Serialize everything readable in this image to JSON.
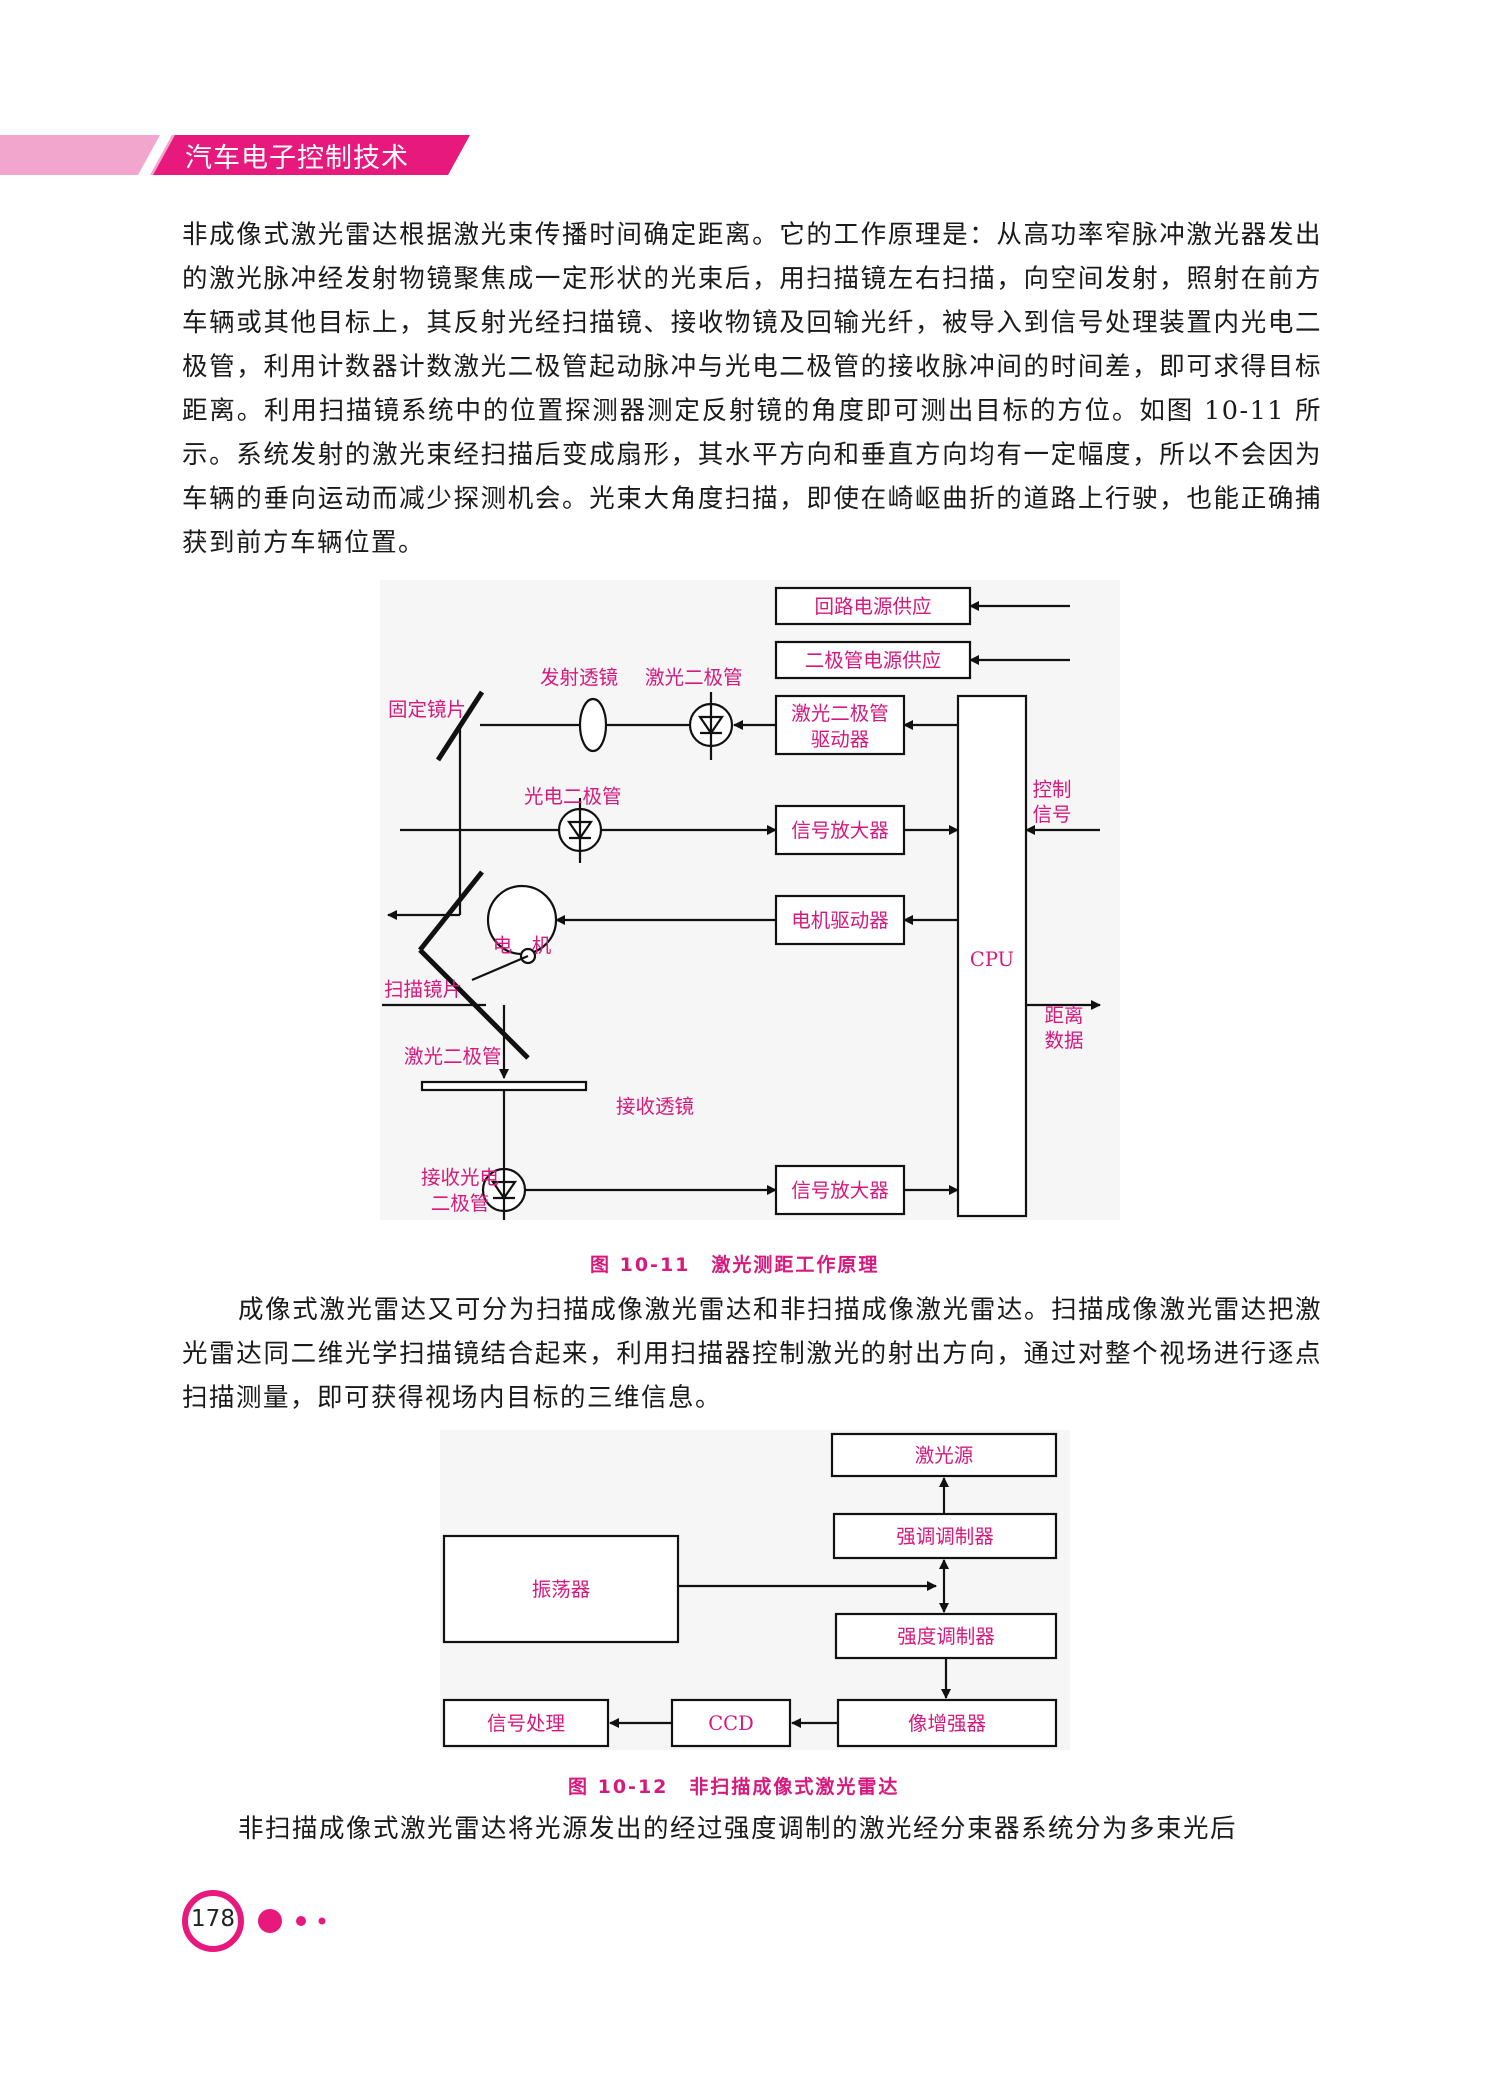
{
  "header": {
    "title": "汽车电子控制技术",
    "accent": "#e8197d"
  },
  "paragraphs": {
    "p1": "非成像式激光雷达根据激光束传播时间确定距离。它的工作原理是：从高功率窄脉冲激光器发出的激光脉冲经发射物镜聚焦成一定形状的光束后，用扫描镜左右扫描，向空间发射，照射在前方车辆或其他目标上，其反射光经扫描镜、接收物镜及回输光纤，被导入到信号处理装置内光电二极管，利用计数器计数激光二极管起动脉冲与光电二极管的接收脉冲间的时间差，即可求得目标距离。利用扫描镜系统中的位置探测器测定反射镜的角度即可测出目标的方位。如图 10-11 所示。系统发射的激光束经扫描后变成扇形，其水平方向和垂直方向均有一定幅度，所以不会因为车辆的垂向运动而减少探测机会。光束大角度扫描，即使在崎岖曲折的道路上行驶，也能正确捕获到前方车辆位置。",
    "p2": "成像式激光雷达又可分为扫描成像激光雷达和非扫描成像激光雷达。扫描成像激光雷达把激光雷达同二维光学扫描镜结合起来，利用扫描器控制激光的射出方向，通过对整个视场进行逐点扫描测量，即可获得视场内目标的三维信息。",
    "p3": "非扫描成像式激光雷达将光源发出的经过强度调制的激光经分束器系统分为多束光后"
  },
  "figure1": {
    "caption": "图 10-11　激光测距工作原理",
    "labels": {
      "loop_power": "回路电源供应",
      "diode_power": "二极管电源供应",
      "fixed_mirror": "固定镜片",
      "emit_lens": "发射透镜",
      "laser_diode_top": "激光二极管",
      "ld_driver_1": "激光二极管",
      "ld_driver_2": "驱动器",
      "photodiode": "光电二极管",
      "signal_amp_1": "信号放大器",
      "control_1": "控制",
      "control_2": "信号",
      "motor": "电　机",
      "motor_driver": "电机驱动器",
      "cpu": "CPU",
      "scan_mirror": "扫描镜片",
      "laser_diode_left": "激光二极管",
      "distance_1": "距离",
      "distance_2": "数据",
      "recv_lens": "接收透镜",
      "recv_pd_1": "接收光电",
      "recv_pd_2": "二极管",
      "signal_amp_2": "信号放大器"
    }
  },
  "figure2": {
    "caption": "图 10-12　非扫描成像式激光雷达",
    "labels": {
      "laser_source": "激光源",
      "intensity_mod": "强调调制器",
      "oscillator": "振荡器",
      "strength_mod": "强度调制器",
      "intensifier": "像增强器",
      "ccd": "CCD",
      "signal_proc": "信号处理"
    }
  },
  "footer": {
    "page_number": "178"
  }
}
